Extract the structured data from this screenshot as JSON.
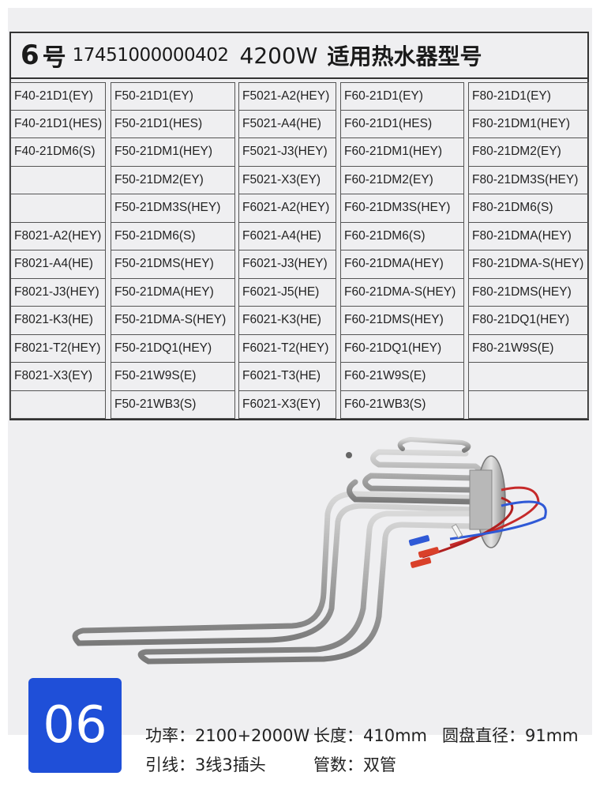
{
  "title": {
    "number": "6",
    "hao": "号",
    "code": "17451000000402",
    "wattage": "4200W",
    "description": "适用热水器型号"
  },
  "columns": [
    [
      "F40-21D1(EY)",
      "F40-21D1(HES)",
      "F40-21DM6(S)",
      "",
      "",
      "F8021-A2(HEY)",
      "F8021-A4(HE)",
      "F8021-J3(HEY)",
      "F8021-K3(HE)",
      "F8021-T2(HEY)",
      "F8021-X3(EY)",
      ""
    ],
    [
      "F50-21D1(EY)",
      "F50-21D1(HES)",
      "F50-21DM1(HEY)",
      "F50-21DM2(EY)",
      "F50-21DM3S(HEY)",
      "F50-21DM6(S)",
      "F50-21DMS(HEY)",
      "F50-21DMA(HEY)",
      "F50-21DMA-S(HEY)",
      "F50-21DQ1(HEY)",
      "F50-21W9S(E)",
      "F50-21WB3(S)"
    ],
    [
      "F5021-A2(HEY)",
      "F5021-A4(HE)",
      "F5021-J3(HEY)",
      "F5021-X3(EY)",
      "F6021-A2(HEY)",
      "F6021-A4(HE)",
      "F6021-J3(HEY)",
      "F6021-J5(HE)",
      "F6021-K3(HE)",
      "F6021-T2(HEY)",
      "F6021-T3(HE)",
      "F6021-X3(EY)"
    ],
    [
      "F60-21D1(EY)",
      "F60-21D1(HES)",
      "F60-21DM1(HEY)",
      "F60-21DM2(EY)",
      "F60-21DM3S(HEY)",
      "F60-21DM6(S)",
      "F60-21DMA(HEY)",
      "F60-21DMA-S(HEY)",
      "F60-21DMS(HEY)",
      "F60-21DQ1(HEY)",
      "F60-21W9S(E)",
      "F60-21WB3(S)"
    ],
    [
      "F80-21D1(EY)",
      "F80-21DM1(HEY)",
      "F80-21DM2(EY)",
      "F80-21DM3S(HEY)",
      "F80-21DM6(S)",
      "F80-21DMA(HEY)",
      "F80-21DMA-S(HEY)",
      "F80-21DMS(HEY)",
      "F80-21DQ1(HEY)",
      "F80-21W9S(E)",
      "",
      ""
    ]
  ],
  "badge": {
    "label": "06"
  },
  "specs": {
    "power": "功率：2100+2000W",
    "length": "长度：410mm",
    "disc": "圆盘直径：91mm",
    "lead": "引线：3线3插头",
    "tubes": "管数：双管"
  },
  "colors": {
    "badge": "#1f4fd8",
    "panel": "#efeff1",
    "grid": "#555555"
  }
}
